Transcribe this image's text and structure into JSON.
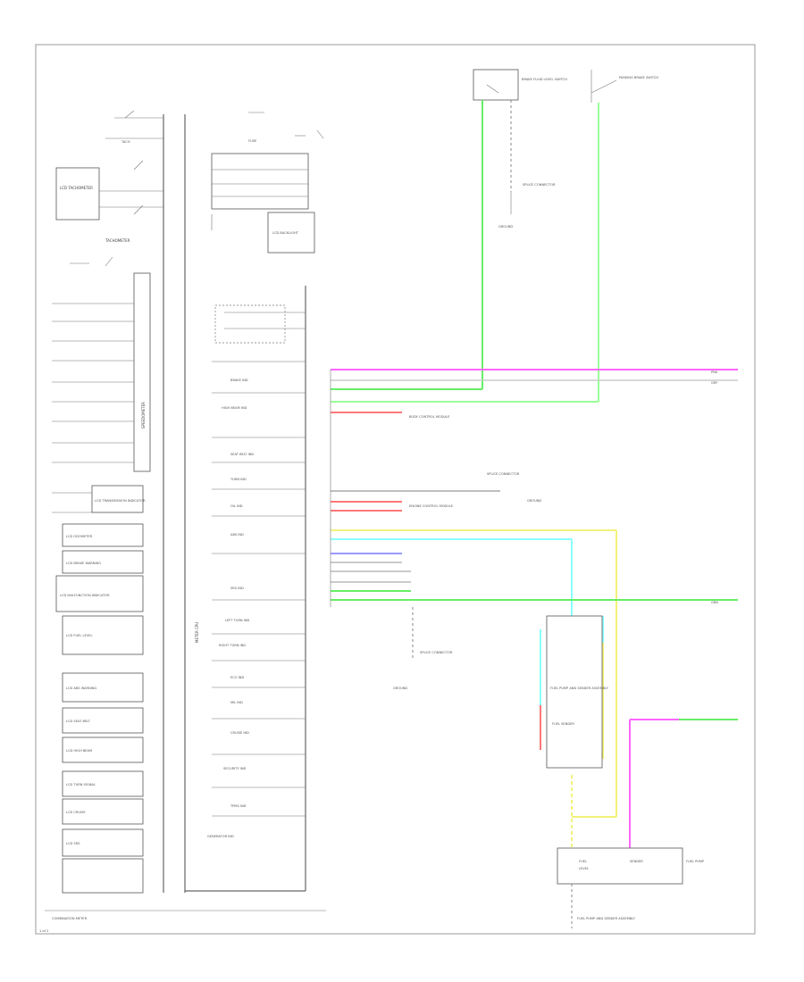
{
  "page": {
    "footer_left": "COMBINATION METER",
    "corner_label": "1 of 2",
    "frame_color": "#999999"
  },
  "wire_colors": {
    "pink": "#ff66ff",
    "green": "#66ee66",
    "light_green": "#99ff99",
    "red": "#ff7777",
    "yellow": "#f2f27a",
    "cyan": "#88ffff",
    "violet": "#9999ff",
    "gray": "#aaaaaa",
    "white": "#cccccc"
  },
  "left_column": {
    "top_box": "LCD TACHOMETER",
    "tachometer": "TACHOMETER",
    "vertical_block": "SPEEDOMETER",
    "indicator_boxes": [
      "LCD TRANSMISSION INDICATOR",
      "LCD ODOMETER",
      "LCD BRAKE WARNING",
      "LCD MALFUNCTION INDICATOR",
      "LCD FUEL LEVEL",
      "LCD ABS WARNING",
      "LCD SEAT BELT",
      "LCD HIGH BEAM",
      "LCD TURN SIGNAL",
      "LCD CRUISE",
      "LCD SRS"
    ]
  },
  "middle_column": {
    "top_labels": [
      "FUSE",
      "LCD BACKLIGHT"
    ],
    "vertical_label": "METER CPU",
    "indicators": [
      "BRAKE IND",
      "HIGH BEAM IND",
      "SEAT BELT IND",
      "TURN IND",
      "OIL IND",
      "ABS IND",
      "SRS IND",
      "LEFT TURN IND",
      "RIGHT TURN IND",
      "ECO IND",
      "MIL IND",
      "CRUISE IND",
      "SECURITY IND",
      "TPMS IND",
      "GENERATOR IND"
    ]
  },
  "top_right": {
    "switch_1": "BRAKE FLUID LEVEL SWITCH",
    "switch_2": "PARKING BRAKE SWITCH",
    "connector_1": "SPLICE CONNECTOR",
    "ground_1": "GROUND"
  },
  "bus_labels": {
    "to_right_1": "PNK",
    "to_right_2": "GRY",
    "to_right_3": "GRN",
    "ref_1": "BODY CONTROL MODULE",
    "ref_2": "SPLICE CONNECTOR",
    "ref_3": "ENGINE CONTROL MODULE",
    "ref_4": "GROUND"
  },
  "lower_right": {
    "fuel_unit": "FUEL PUMP AND SENDER ASSEMBLY",
    "sub_sender": "FUEL SENDER",
    "bottom_labels": [
      "FUEL",
      "LEVEL",
      "SENDER",
      "FUEL PUMP"
    ],
    "bottom_caption": "FUEL PUMP AND SENDER ASSEMBLY",
    "ground_2": "GROUND",
    "connector_2": "SPLICE CONNECTOR"
  }
}
